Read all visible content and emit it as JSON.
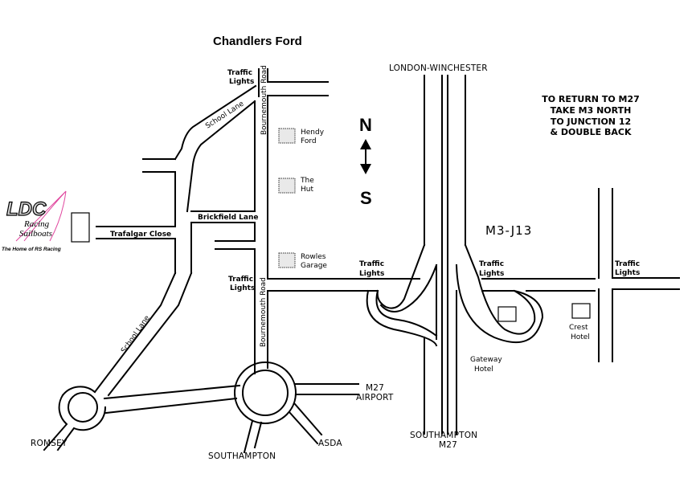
{
  "map": {
    "title": "Chandlers Ford",
    "compass": {
      "north": "N",
      "south": "S"
    },
    "instructions": [
      "TO RETURN TO M27",
      "TAKE M3 NORTH",
      "TO JUNCTION 12",
      "& DOUBLE BACK"
    ],
    "junction_label": "M3-J13",
    "logo": {
      "brand": "LDC",
      "line1": "Racing",
      "line2": "Sailboats",
      "tagline": "The Home of RS Racing",
      "accent_color": "#e0479e"
    },
    "roads": {
      "school_lane": "School Lane",
      "bournemouth_road": "Bournemouth Road",
      "brickfield_lane": "Brickfield Lane",
      "trafalgar_close": "Trafalgar Close"
    },
    "landmarks": {
      "hendy_ford": [
        "Hendy",
        "Ford"
      ],
      "the_hut": [
        "The",
        "Hut"
      ],
      "rowles_garage": [
        "Rowles",
        "Garage"
      ],
      "gateway_hotel": [
        "Gateway",
        "Hotel"
      ],
      "crest_hotel": [
        "Crest",
        "Hotel"
      ]
    },
    "traffic_lights": [
      "Traffic",
      "Lights"
    ],
    "destinations": {
      "london_winchester": "LONDON-WINCHESTER",
      "southampton_m27": [
        "SOUTHAMPTON",
        "M27"
      ],
      "m27_airport": [
        "M27",
        "AIRPORT"
      ],
      "asda": "ASDA",
      "southampton": "SOUTHAMPTON",
      "romsey": "ROMSEY"
    }
  }
}
